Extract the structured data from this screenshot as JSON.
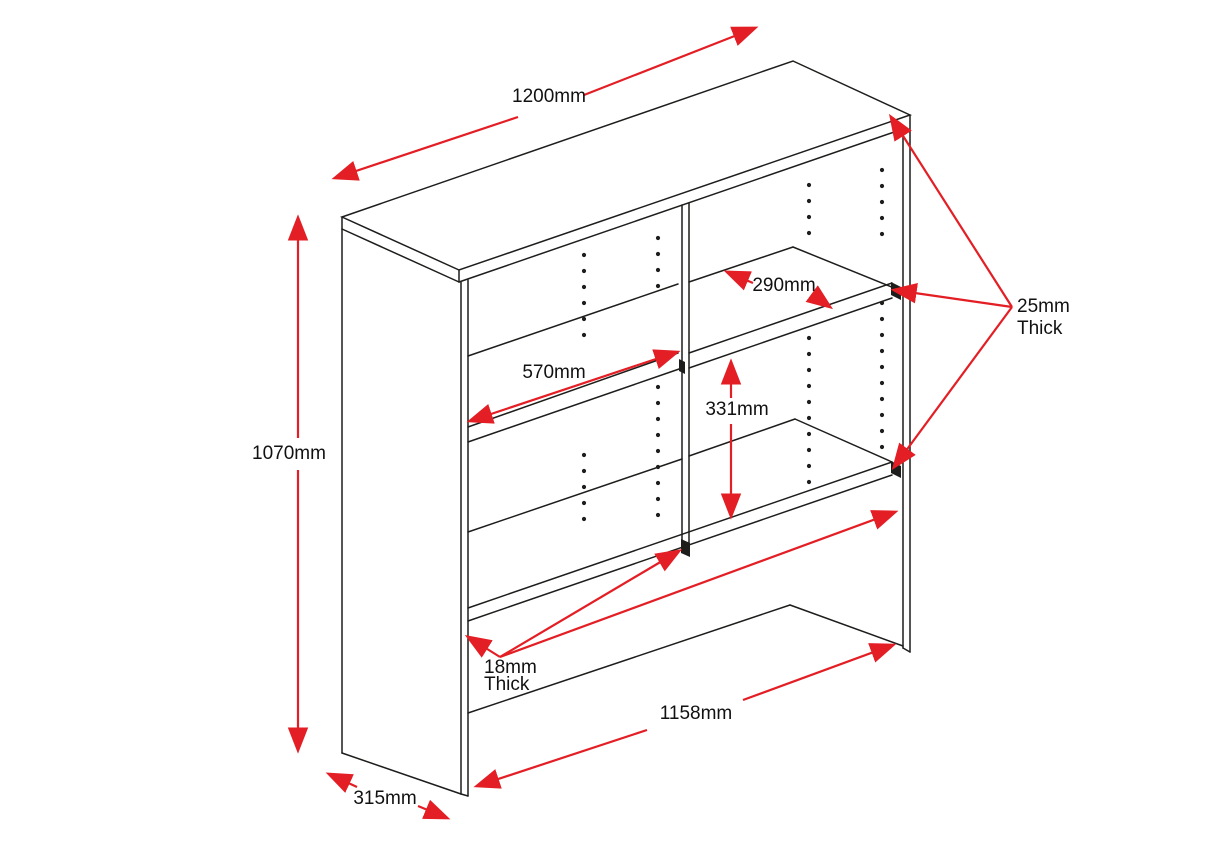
{
  "diagram": {
    "type": "isometric furniture dimension drawing",
    "subject": "bookshelf hutch with center divider and shelves",
    "dimensions": {
      "overall_width": "1200mm",
      "overall_height": "1070mm",
      "overall_depth": "315mm",
      "internal_width": "1158mm",
      "left_compartment_width": "570mm",
      "shelf_depth": "290mm",
      "opening_height": "331mm"
    },
    "notes": {
      "shelf_thickness": {
        "line1": "18mm",
        "line2": "Thick"
      },
      "panel_thickness": {
        "line1": "25mm",
        "line2": "Thick"
      }
    },
    "colors": {
      "dimension_red": "#e31e24",
      "outline_black": "#1d1d1b",
      "background": "#ffffff"
    }
  }
}
